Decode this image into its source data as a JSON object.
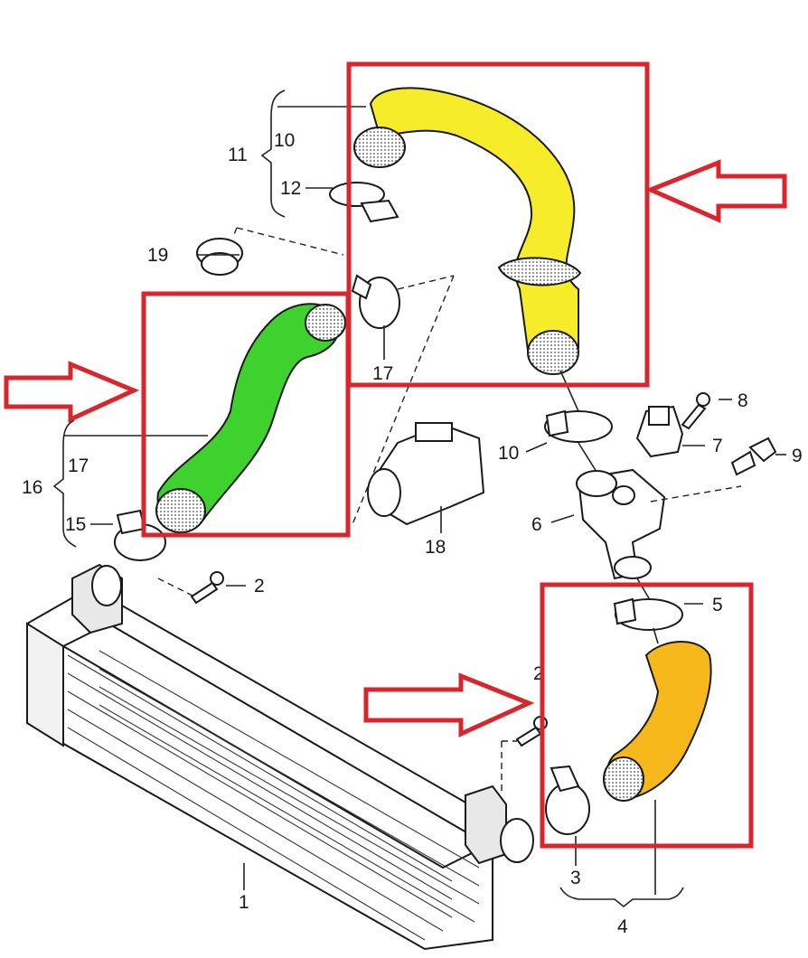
{
  "labels": {
    "l1": "1",
    "l2a": "2",
    "l2b": "2",
    "l3": "3",
    "l4": "4",
    "l5": "5",
    "l6": "6",
    "l7": "7",
    "l8": "8",
    "l9": "9",
    "l10a": "10",
    "l10b": "10",
    "l11": "11",
    "l12": "12",
    "l15": "15",
    "l16": "16",
    "l17a": "17",
    "l17b": "17",
    "l18": "18",
    "l19": "19"
  },
  "colors": {
    "highlight_box": "#d9262c",
    "upper_hose": "#f7ec2a",
    "left_hose": "#3fd22e",
    "lower_hose": "#f7b81c",
    "line_art": "#1a1a1a"
  }
}
